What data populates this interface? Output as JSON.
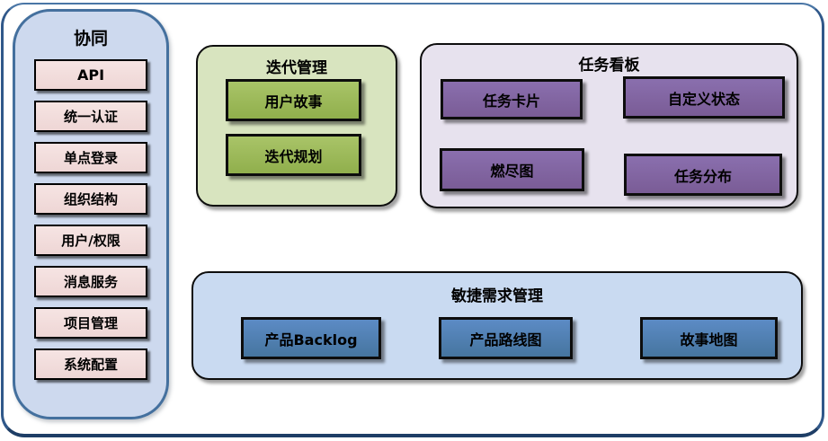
{
  "diagram": {
    "sidebar": {
      "title": "协同",
      "items": [
        "API",
        "统一认证",
        "单点登录",
        "组织结构",
        "用户/权限",
        "消息服务",
        "项目管理",
        "系统配置"
      ]
    },
    "panels": {
      "iteration": {
        "title": "迭代管理",
        "items": [
          "用户故事",
          "迭代规划"
        ]
      },
      "taskboard": {
        "title": "任务看板",
        "items": [
          "任务卡片",
          "自定义状态",
          "燃尽图",
          "任务分布"
        ]
      },
      "requirements": {
        "title": "敏捷需求管理",
        "items": [
          "产品Backlog",
          "产品路线图",
          "故事地图"
        ]
      }
    },
    "colors": {
      "frame_border": "#1e3e66",
      "sidebar_fill": "#cdd9ee",
      "sidebar_border": "#44709e",
      "sidebar_item_fill": "#f2dcdb",
      "iteration_fill": "#d8e4bf",
      "iteration_accent": "#9bbb59",
      "taskboard_fill": "#e7e2ee",
      "taskboard_accent": "#8064a2",
      "requirements_fill": "#c9daf1",
      "requirements_accent": "#4f81bd",
      "node_border": "#0d0d0d"
    }
  }
}
